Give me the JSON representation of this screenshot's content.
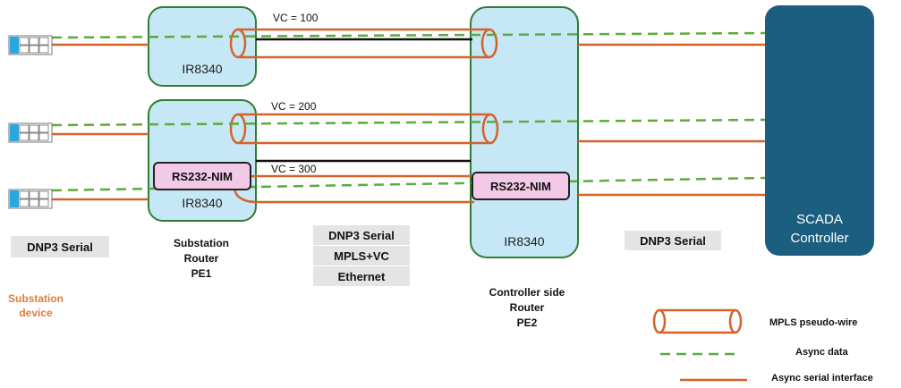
{
  "routers": {
    "pe1_top": {
      "name": "IR8340"
    },
    "pe1_bottom": {
      "name": "IR8340",
      "nim": "RS232-NIM"
    },
    "pe2": {
      "name": "IR8340",
      "nim": "RS232-NIM"
    }
  },
  "vcs": {
    "vc1": "VC = 100",
    "vc2": "VC = 200",
    "vc3": "VC = 300"
  },
  "controller": {
    "line1": "SCADA",
    "line2": "Controller"
  },
  "labels": {
    "dnp3_left": "DNP3 Serial",
    "dnp3_right": "DNP3 Serial",
    "substation_device_1": "Substation",
    "substation_device_2": "device",
    "pe1_1": "Substation",
    "pe1_2": "Router",
    "pe1_3": "PE1",
    "pe2_1": "Controller side",
    "pe2_2": "Router",
    "pe2_3": "PE2"
  },
  "stack": [
    "DNP3 Serial",
    "MPLS+VC",
    "Ethernet"
  ],
  "legend": {
    "pseudowire": "MPLS pseudo-wire",
    "async_data": "Async data",
    "async_serial": "Async serial interface"
  },
  "colors": {
    "router_fill": "#c6e7f5",
    "router_stroke": "#2e7d32",
    "orange": "#d4632a",
    "green_dash": "#5cab3c",
    "controller": "#1b5e80",
    "nim_fill": "#f2c9e6",
    "device_blue": "#29a8e0",
    "label_gray": "#e4e4e4"
  }
}
